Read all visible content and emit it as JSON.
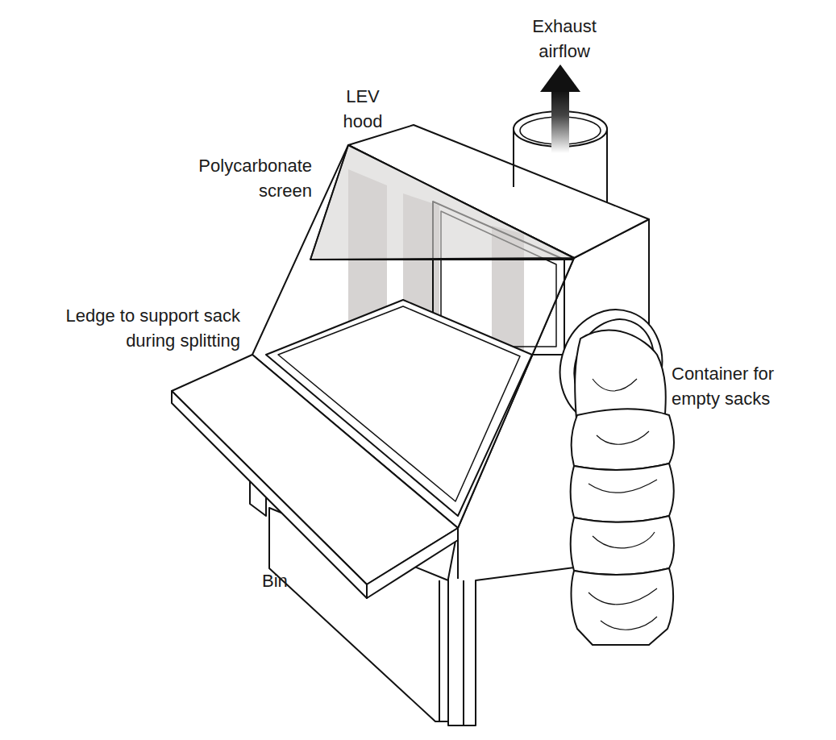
{
  "diagram": {
    "labels": [
      "Exhaust airflow",
      "LEV hood",
      "Polycarbonate screen",
      "Ledge to support sack during splitting",
      "Container for empty sacks",
      "Bin"
    ]
  }
}
